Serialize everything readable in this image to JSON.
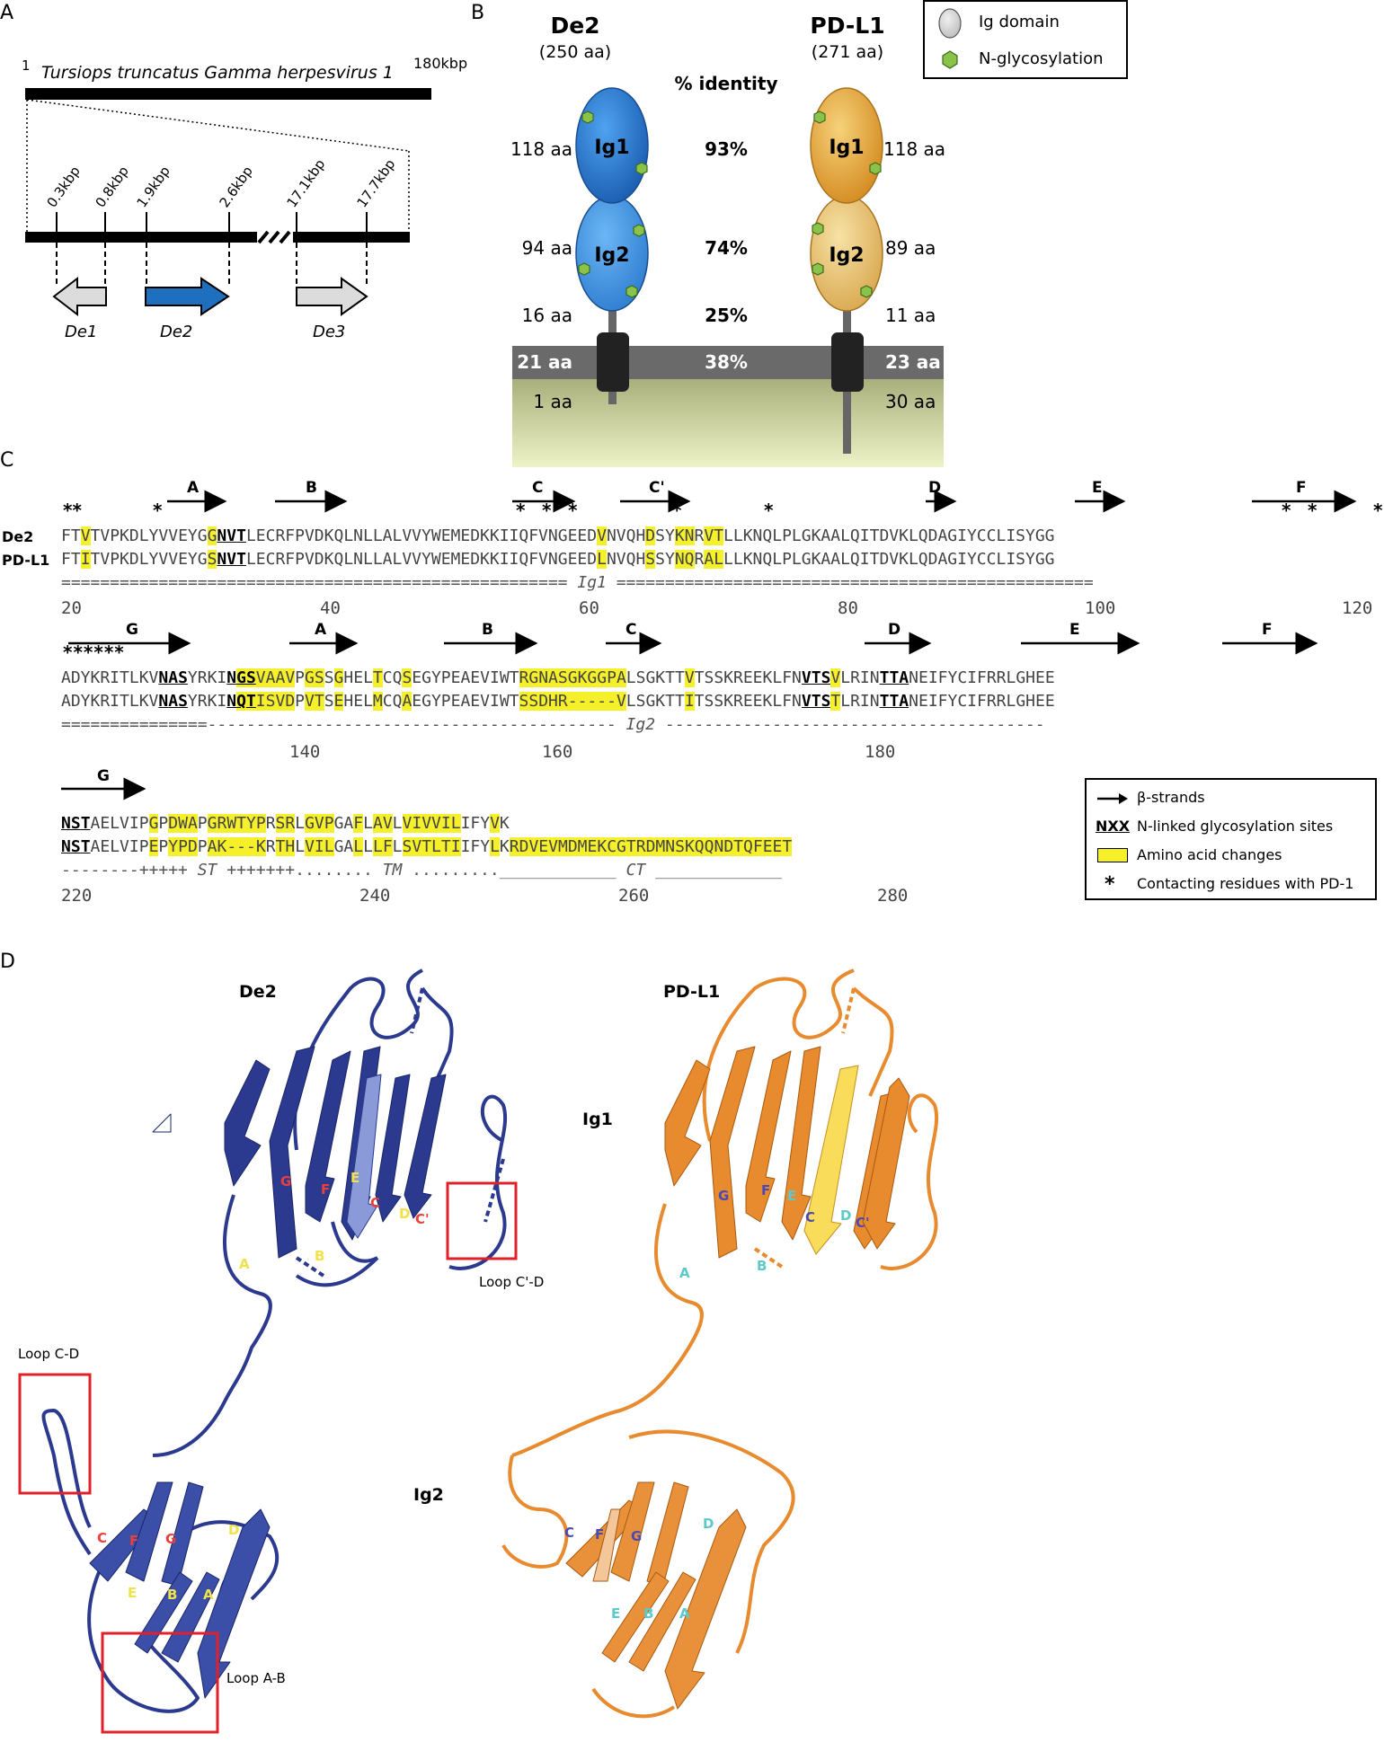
{
  "panels": {
    "a": "A",
    "b": "B",
    "c": "C",
    "d": "D"
  },
  "panel_a": {
    "genome_title": "Tursiops truncatus Gamma herpesvirus 1",
    "start": "1",
    "end": "180kbp",
    "positions": [
      "0.3kbp",
      "0.8kbp",
      "1.9kbp",
      "2.6kbp",
      "17.1kbp",
      "17.7kbp"
    ],
    "genes": [
      "De1",
      "De2",
      "De3"
    ],
    "colors": {
      "de2": "#1f6fbf",
      "other": "#dcdcdc"
    }
  },
  "panel_b": {
    "de2_name": "De2",
    "de2_len": "(250 aa)",
    "pdl1_name": "PD-L1",
    "pdl1_len": "(271 aa)",
    "identity_header": "% identity",
    "ig1": "Ig1",
    "ig2": "Ig2",
    "rows": [
      {
        "left": "118 aa",
        "pct": "93%",
        "right": "118 aa"
      },
      {
        "left": "94 aa",
        "pct": "74%",
        "right": "89 aa"
      },
      {
        "left": "16 aa",
        "pct": "25%",
        "right": "11 aa"
      },
      {
        "left": "21 aa",
        "pct": "38%",
        "right": "23 aa"
      },
      {
        "left": "1 aa",
        "pct": "",
        "right": "30 aa"
      }
    ],
    "legend": {
      "ig": "Ig domain",
      "glyc": "N-glycosylation"
    },
    "colors": {
      "de2": "#2f7ed0",
      "pdl1": "#e0a94a",
      "glyc": "#8bc34a",
      "membrane": "#6a6a6a"
    }
  },
  "panel_c": {
    "names": [
      "De2",
      "PD-L1"
    ],
    "block1": {
      "strands": [
        "A",
        "B",
        "C",
        "C'",
        "D",
        "E",
        "F"
      ],
      "stars": [
        "**",
        "*",
        "*",
        "*",
        "*",
        "*",
        "*",
        "*",
        "*",
        "*"
      ],
      "de2": "FTVTVPKDLYVVEYGGNVTLECRFPVDKQLNLLALVVYWEMEDKKIIQFVNGEEDVNVQHDSYKNRVTLLKNQLPLGKAALQITDVKLQDAGIYCCLISYGG",
      "pdl1": "FTITVPKDLYVVEYGSNVTLECRFPVDKQLNLLALVVYWEMEDKKIIQFVNGEEDLNVQHSSYNQRALLLKNQLPLGKAALQITDVKLQDAGIYCCLISYGG",
      "domain": "Ig1",
      "numbers": [
        "20",
        "40",
        "60",
        "80",
        "100",
        "120"
      ]
    },
    "block2": {
      "strands": [
        "G",
        "A",
        "B",
        "C",
        "D",
        "E",
        "F"
      ],
      "stars": "******",
      "de2": "ADYKRITLKVNASYRKINGSVAAVPGSSGHELTCQSEGYPEAEVIWTRGNASGKGGPALSGKTTVTSSKREEKLFNVTSVLRINTTANEIFYCIFRRLGHEE",
      "pdl1": "ADYKRITLKVNASYRKINQTISVDPVTSEHELMCQAEGYPEAEVIWTSSDHR-----VLSGKTTITSSKREEKLFNVTSTLRINTTANEIFYCIFRRLGHEE",
      "domain": "Ig2",
      "numbers": [
        "140",
        "160",
        "180"
      ]
    },
    "block3": {
      "strands": [
        "G"
      ],
      "de2": "NSTAELVIPGPDWAPGRWTYPRSRLGVPGAFLAVLVIVVILIFYVK",
      "pdl1": "NSTAELVIPEPYPDPAK---KRTHLVILGALLLFLSVTLTIIFYLKRDVEVMDMEKCGTRDMNSKQQNDTQFEET",
      "st": "ST",
      "tm": "TM",
      "ct": "CT",
      "numbers": [
        "220",
        "240",
        "260",
        "280"
      ]
    },
    "legend": {
      "strands": "β-strands",
      "nxx": "NXX",
      "nxx_desc": "N-linked glycosylation sites",
      "aa": "Amino acid changes",
      "star": "*",
      "star_desc": "Contacting residues with PD-1"
    },
    "highlight_color": "#f5f02a"
  },
  "panel_d": {
    "de2_title": "De2",
    "pdl1_title": "PD-L1",
    "ig1": "Ig1",
    "ig2": "Ig2",
    "loops": [
      "Loop C'-D",
      "Loop C-D",
      "Loop A-B"
    ],
    "de2_ig1_strands": [
      "G",
      "F",
      "E",
      "C",
      "D",
      "C'",
      "A",
      "B"
    ],
    "de2_ig2_strands": [
      "C",
      "F",
      "G",
      "D",
      "E",
      "B",
      "A"
    ],
    "pdl1_ig1_strands": [
      "G",
      "F",
      "E",
      "C",
      "D",
      "C'",
      "A",
      "B"
    ],
    "pdl1_ig2_strands": [
      "C",
      "F",
      "G",
      "D",
      "E",
      "B",
      "A"
    ],
    "colors": {
      "de2": "#2b3a8f",
      "pdl1": "#e88a2e",
      "box": "#e0202a"
    }
  }
}
